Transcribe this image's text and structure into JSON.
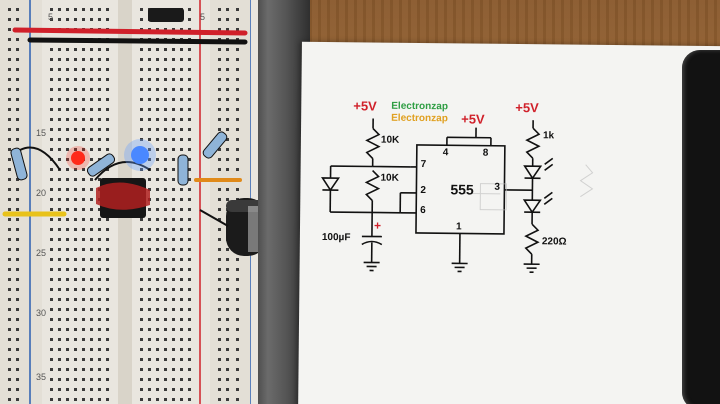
{
  "scene": {
    "description_free": true
  },
  "breadboard": {
    "row_labels": [
      "5",
      "15",
      "20",
      "25",
      "30",
      "35",
      "5"
    ]
  },
  "schematic": {
    "supply_left": "+5V",
    "supply_mid": "+5V",
    "supply_right": "+5V",
    "watermark_1": "Electronzap",
    "watermark_2": "Electronzap",
    "r1": "10K",
    "r2": "10K",
    "r_led": "1k",
    "r_bottom": "220Ω",
    "cap": "100µF",
    "cap_plus": "+",
    "ic": "555",
    "pin_4": "4",
    "pin_8": "8",
    "pin_7": "7",
    "pin_2": "2",
    "pin_6": "6",
    "pin_3": "3",
    "pin_1": "1"
  },
  "colors": {
    "wood": "#8a5a2e",
    "paper": "#f4f4f2",
    "breadboard": "#e9e6df",
    "rail_red": "#d0202a",
    "rail_blue": "#2a5fb0",
    "led_blue": "#3a7bff",
    "led_red": "#ff2a1a"
  }
}
